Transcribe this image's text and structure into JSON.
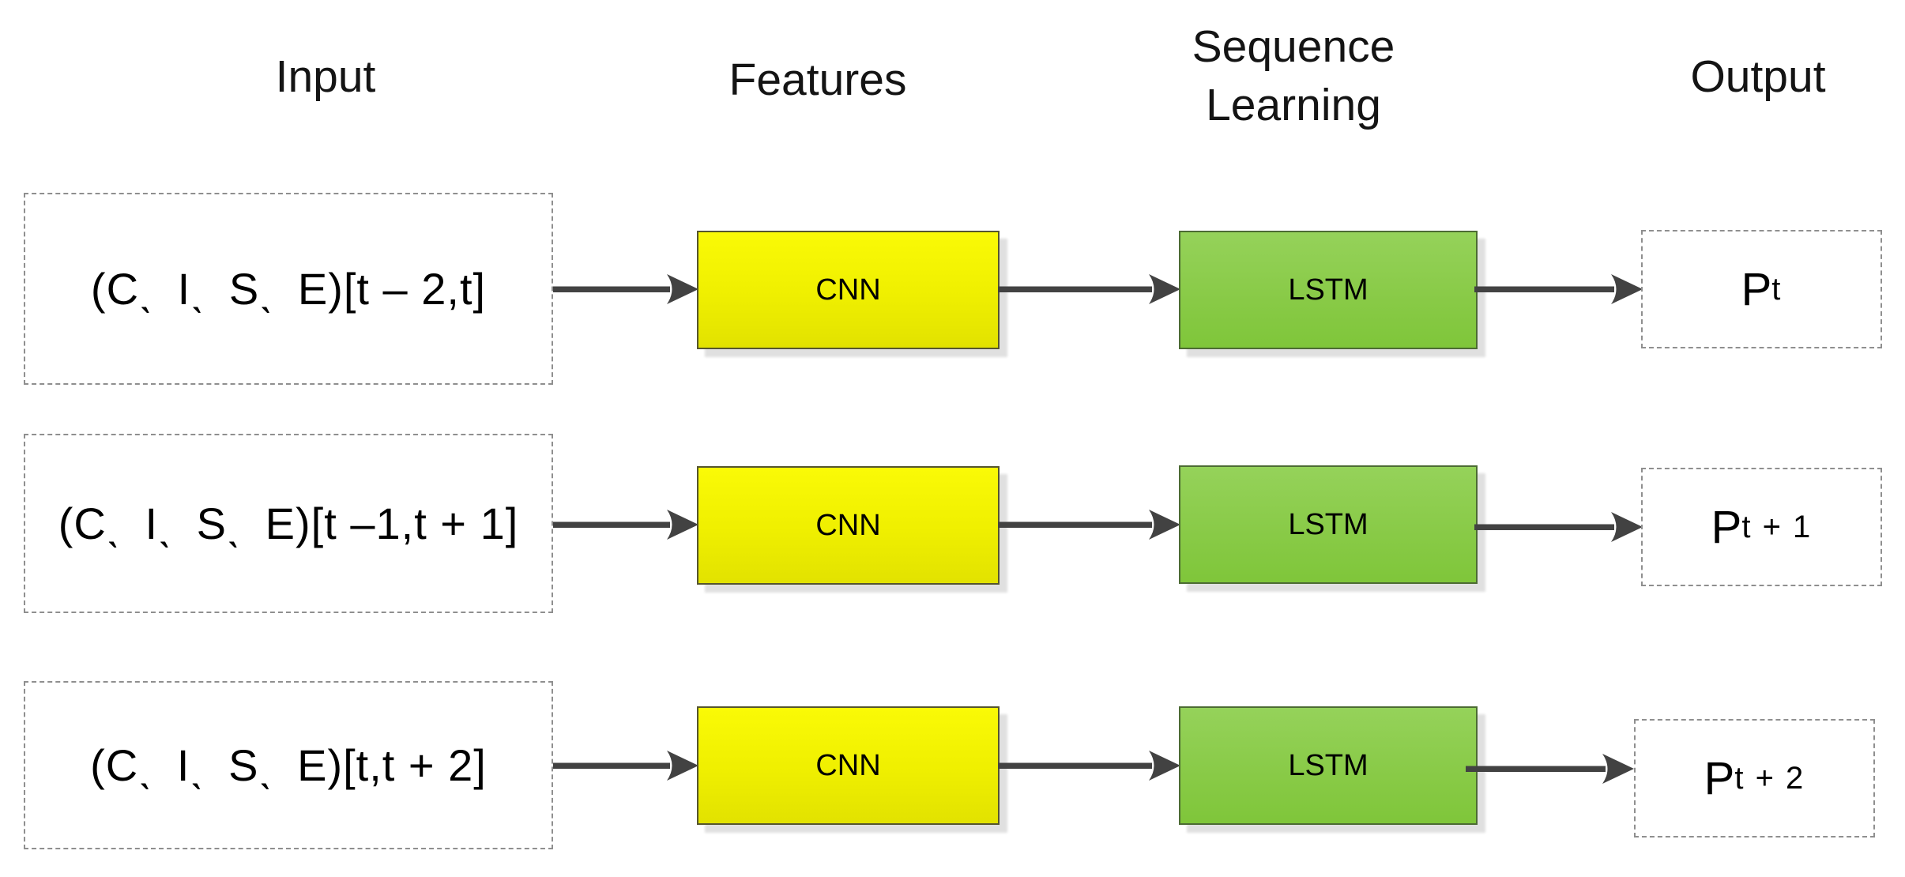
{
  "headers": {
    "input": "Input",
    "features": "Features",
    "sequence_learning": "Sequence Learning",
    "output": "Output"
  },
  "rows": [
    {
      "input_label": "(C、I、S、E)[t – 2,t]",
      "feature_block": "CNN",
      "sequence_block": "LSTM",
      "output_main": "P",
      "output_sub": "t"
    },
    {
      "input_label": "(C、I、S、E)[t –1,t + 1]",
      "feature_block": "CNN",
      "sequence_block": "LSTM",
      "output_main": "P",
      "output_sub": "t + 1"
    },
    {
      "input_label": "(C、I、S、E)[t,t + 2]",
      "feature_block": "CNN",
      "sequence_block": "LSTM",
      "output_main": "P",
      "output_sub": "t + 2"
    }
  ],
  "colors": {
    "cnn_fill_top": "#fafa06",
    "cnn_fill_bottom": "#e2e200",
    "lstm_fill_top": "#95d25a",
    "lstm_fill_bottom": "#7fc63a",
    "arrow": "#424242",
    "dashed_border": "#8f8f8f",
    "solid_border": "#4a4a3a",
    "shadow": "#e0e0e0",
    "text": "#000000",
    "background": "#ffffff"
  }
}
